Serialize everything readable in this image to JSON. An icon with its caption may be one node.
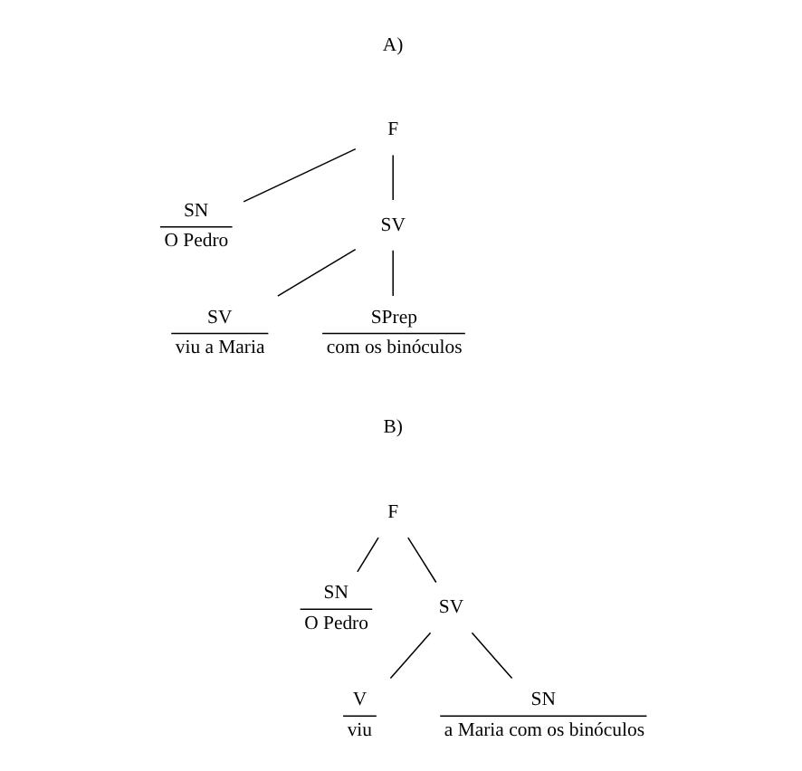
{
  "diagram": {
    "nodes": [
      {
        "text": [
          "F"
        ]
      },
      {
        "text": [
          "SN",
          "O Pedro"
        ]
      },
      {
        "text": [
          "SV"
        ]
      },
      {
        "text": [
          "SV",
          "viu a Maria"
        ]
      },
      {
        "text": [
          "SPrep",
          "com os binóculos"
        ]
      },
      {
        "text": [
          "F"
        ]
      },
      {
        "text": [
          "SN",
          "O Pedro"
        ]
      },
      {
        "text": [
          "SV"
        ]
      },
      {
        "text": [
          "V",
          "viu"
        ]
      },
      {
        "text": [
          "SN",
          "a Maria com os binóculos"
        ]
      }
    ],
    "edges": [
      {
        "from": 0,
        "to": 1,
        "arrow": "none"
      },
      {
        "from": 0,
        "to": 2,
        "arrow": "none"
      },
      {
        "from": 2,
        "to": 3,
        "arrow": "none"
      },
      {
        "from": 2,
        "to": 4,
        "arrow": "none"
      },
      {
        "from": 5,
        "to": 6,
        "arrow": "none"
      },
      {
        "from": 5,
        "to": 7,
        "arrow": "none"
      },
      {
        "from": 7,
        "to": 8,
        "arrow": "none"
      },
      {
        "from": 7,
        "to": 9,
        "arrow": "none"
      }
    ],
    "labels": [
      "A)",
      "B)"
    ]
  }
}
